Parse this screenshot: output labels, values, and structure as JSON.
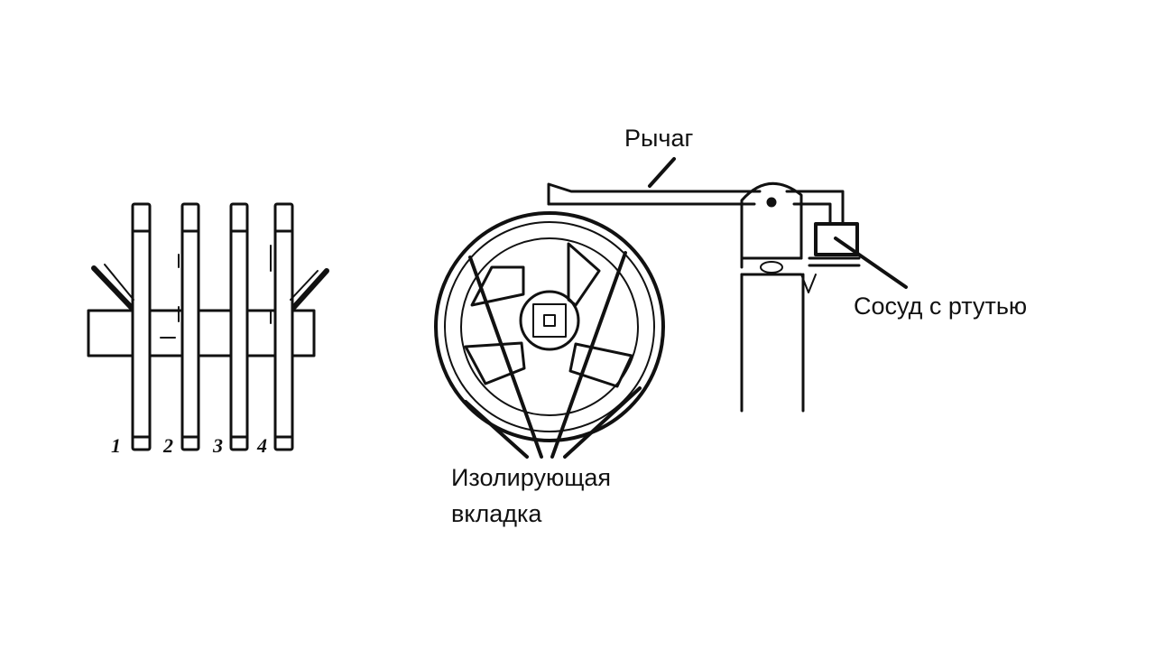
{
  "labels": {
    "lever": "Рычаг",
    "mercury_vessel": "Сосуд с ртутью",
    "insulating_insert_line1": "Изолирующая",
    "insulating_insert_line2": "вкладка"
  },
  "disc_numbers": [
    "1",
    "2",
    "3",
    "4"
  ],
  "colors": {
    "ink": "#111111",
    "background": "#ffffff"
  }
}
